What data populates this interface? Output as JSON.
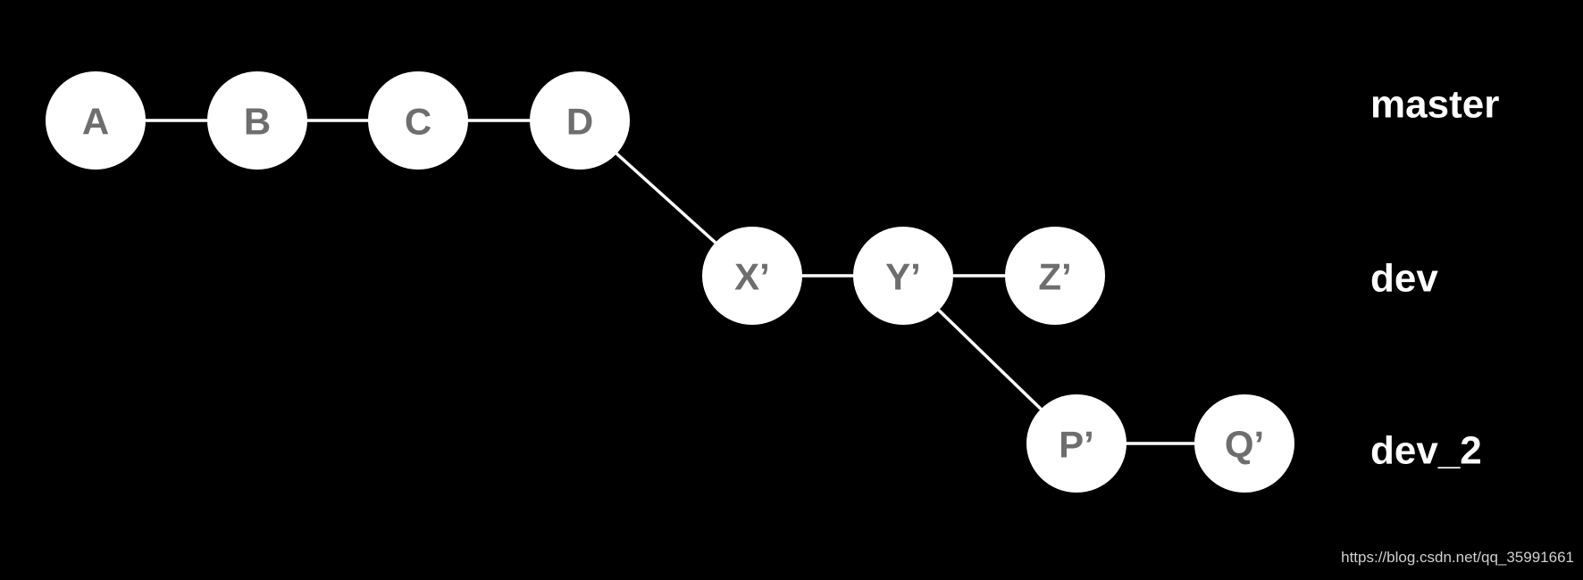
{
  "colors": {
    "background": "#000000",
    "node_fill": "#ffffff",
    "node_text": "#6e6e6e",
    "edge": "#ffffff",
    "branch_text": "#ffffff",
    "watermark_text": "#d0d0d0"
  },
  "nodes": {
    "A": "A",
    "B": "B",
    "C": "C",
    "D": "D",
    "X": "X’",
    "Y": "Y’",
    "Z": "Z’",
    "P": "P’",
    "Q": "Q’"
  },
  "edges": [
    [
      "A",
      "B"
    ],
    [
      "B",
      "C"
    ],
    [
      "C",
      "D"
    ],
    [
      "D",
      "X"
    ],
    [
      "X",
      "Y"
    ],
    [
      "Y",
      "Z"
    ],
    [
      "Y",
      "P"
    ],
    [
      "P",
      "Q"
    ]
  ],
  "branches": {
    "master": "master",
    "dev": "dev",
    "dev_2": "dev_2"
  },
  "watermark": "https://blog.csdn.net/qq_35991661"
}
